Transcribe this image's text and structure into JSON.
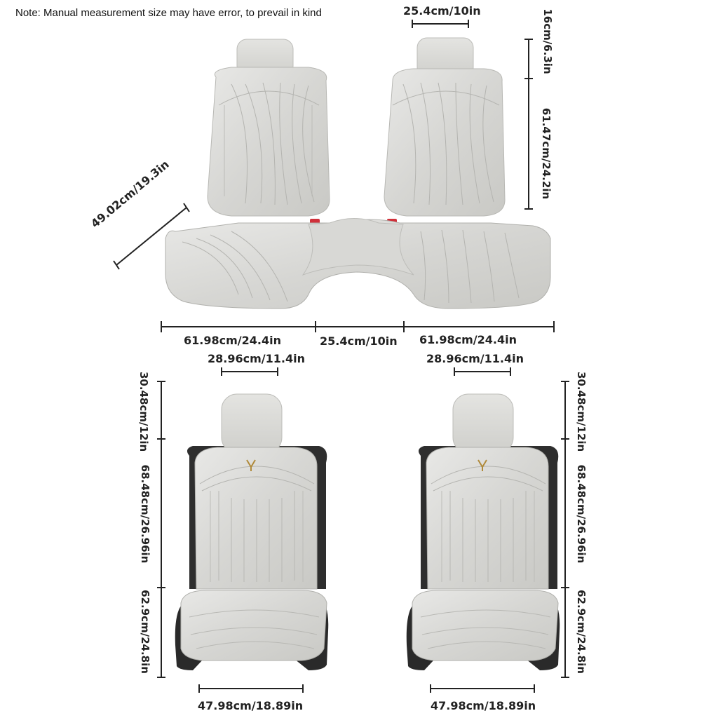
{
  "note": "Note: Manual measurement size may have error, to prevail in kind",
  "top_set": {
    "headrest_width": "25.4cm/10in",
    "headrest_height": "16cm/6.3in",
    "backrest_height": "61.47cm/24.2in",
    "seat_depth": "49.02cm/19.3in",
    "side_width_left": "61.98cm/24.4in",
    "middle_width": "25.4cm/10in",
    "side_width_right": "61.98cm/24.4in"
  },
  "left_seat": {
    "headrest_width": "28.96cm/11.4in",
    "headrest_height": "30.48cm/12in",
    "backrest_height": "68.48cm/26.96in",
    "seat_height": "62.9cm/24.8in",
    "seat_width": "47.98cm/18.89in"
  },
  "right_seat": {
    "headrest_width": "28.96cm/11.4in",
    "headrest_height": "30.48cm/12in",
    "backrest_height": "68.48cm/26.96in",
    "seat_height": "62.9cm/24.8in",
    "seat_width": "47.98cm/18.89in"
  },
  "colors": {
    "fabric": "#dcdcd9",
    "fabric_shadow": "#c6c6c2",
    "trim": "#2a2a2a",
    "dimension_line": "#222222",
    "buckle": "#d0303a"
  }
}
